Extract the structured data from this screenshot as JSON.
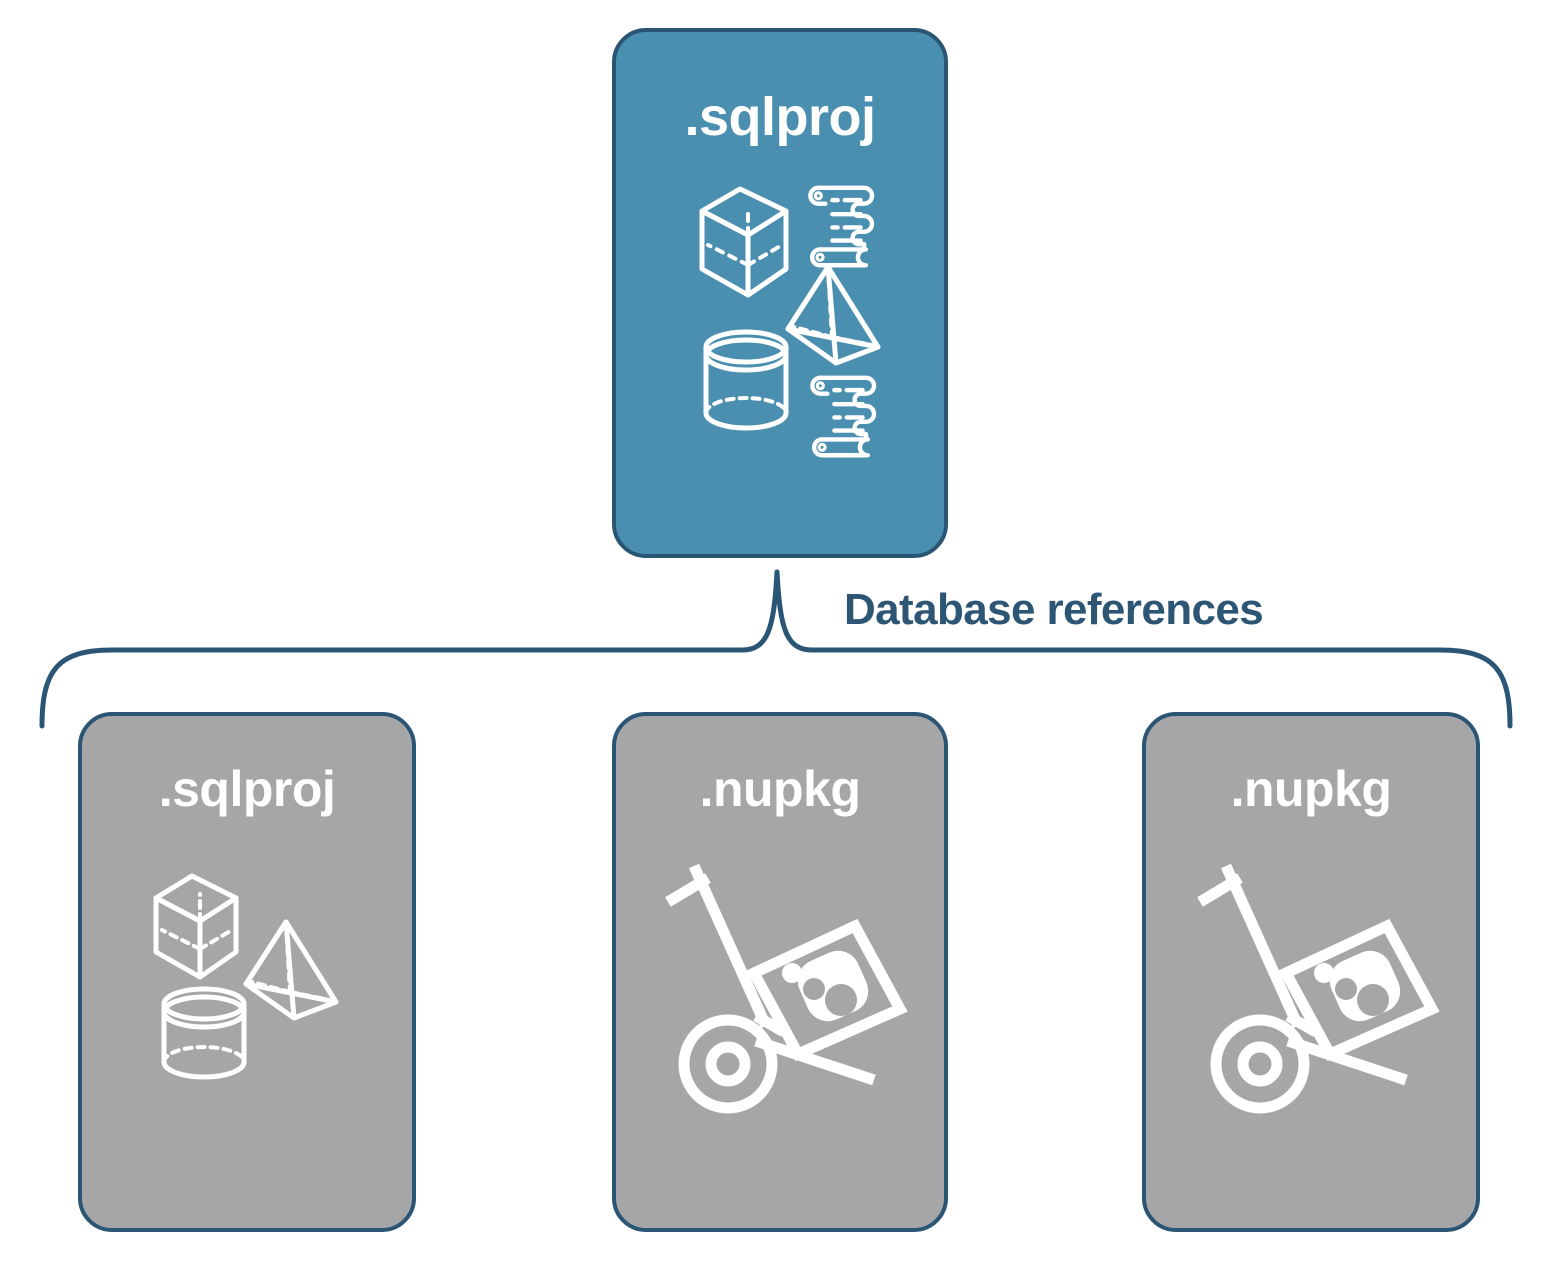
{
  "diagram": {
    "title": "Database references",
    "colors": {
      "primary_box": "#4a8fb0",
      "secondary_box": "#a6a6a8",
      "stroke": "#2b5574",
      "label_text": "#2d5674",
      "box_text": "#ffffff",
      "background": "#ffffff"
    },
    "connector": {
      "label": "Database references",
      "name": "database-references-bracket"
    },
    "nodes": {
      "root": {
        "label": ".sqlproj",
        "style": "primary",
        "icons": [
          "cube-icon",
          "scroll-icon",
          "pyramid-icon",
          "cylinder-icon",
          "scroll-icon"
        ]
      },
      "references": [
        {
          "label": ".sqlproj",
          "style": "secondary",
          "icons": [
            "cube-icon",
            "pyramid-icon",
            "cylinder-icon"
          ]
        },
        {
          "label": ".nupkg",
          "style": "secondary",
          "icons": [
            "hand-truck-package-icon"
          ]
        },
        {
          "label": ".nupkg",
          "style": "secondary",
          "icons": [
            "hand-truck-package-icon"
          ]
        }
      ]
    }
  }
}
